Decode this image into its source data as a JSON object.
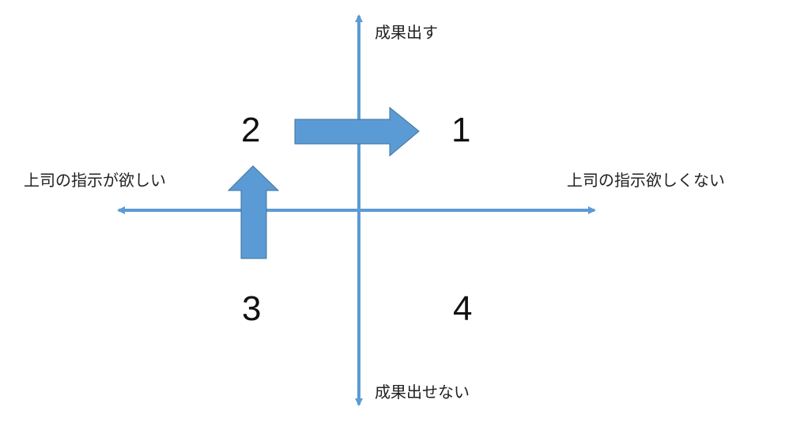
{
  "axes": {
    "top_label": "成果出す",
    "bottom_label": "成果出せない",
    "left_label": "上司の指示が欲しい",
    "right_label": "上司の指示欲しくない"
  },
  "quadrants": {
    "q1": "1",
    "q2": "2",
    "q3": "3",
    "q4": "4"
  },
  "colors": {
    "axis": "#5b9bd5",
    "arrow_fill": "#5b9bd5",
    "arrow_stroke": "#41719c"
  }
}
